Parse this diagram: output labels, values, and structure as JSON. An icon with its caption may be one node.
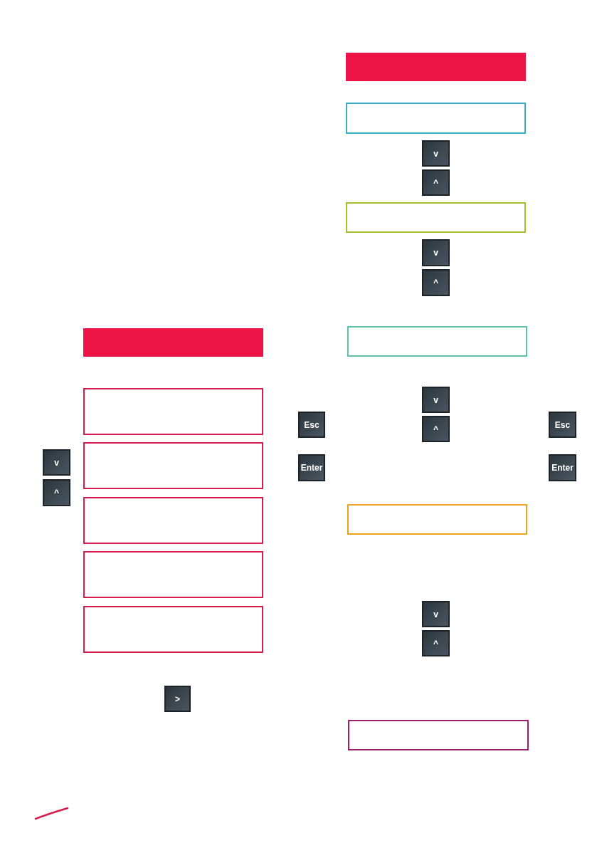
{
  "diagram": {
    "nodes": [
      {
        "text": [],
        "shape": "bar"
      },
      {
        "text": [],
        "shape": "box"
      },
      {
        "text": [],
        "shape": "box"
      },
      {
        "text": [],
        "shape": "box"
      },
      {
        "text": [],
        "shape": "box"
      },
      {
        "text": [],
        "shape": "box"
      },
      {
        "text": [
          "v"
        ]
      },
      {
        "text": [
          "^"
        ]
      },
      {
        "text": [
          "Esc"
        ]
      },
      {
        "text": [
          "Enter"
        ]
      },
      {
        "text": [
          ">"
        ]
      },
      {
        "text": [],
        "shape": "bar"
      },
      {
        "text": [],
        "shape": "box"
      },
      {
        "text": [
          "v"
        ]
      },
      {
        "text": [
          "^"
        ]
      },
      {
        "text": [],
        "shape": "box"
      },
      {
        "text": [
          "v"
        ]
      },
      {
        "text": [
          "^"
        ]
      },
      {
        "text": [],
        "shape": "box"
      },
      {
        "text": [
          "v"
        ]
      },
      {
        "text": [
          "^"
        ]
      },
      {
        "text": [
          "Esc"
        ]
      },
      {
        "text": [
          "Enter"
        ]
      },
      {
        "text": [],
        "shape": "box"
      },
      {
        "text": [
          "v"
        ]
      },
      {
        "text": [
          "^"
        ]
      },
      {
        "text": [],
        "shape": "box"
      }
    ]
  }
}
